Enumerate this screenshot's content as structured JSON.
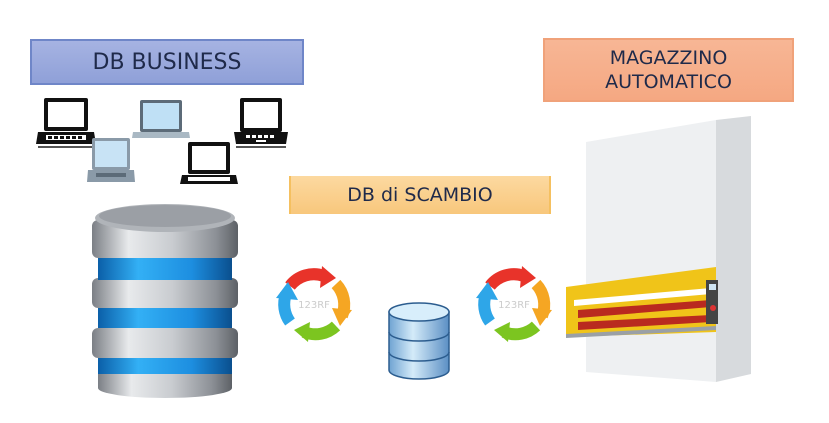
{
  "labels": {
    "business": "DB BUSINESS",
    "magazzino_line1": "MAGAZZINO",
    "magazzino_line2": "AUTOMATICO",
    "scambio": "DB di SCAMBIO"
  },
  "watermarks": {
    "sync": "123RF"
  },
  "colors": {
    "business_box": "#9aa9dd",
    "magazzino_box": "#f6ae8a",
    "scambio_box": "#fad08d",
    "db_band": "#1e90e0",
    "warehouse_accent": "#f0c419"
  }
}
